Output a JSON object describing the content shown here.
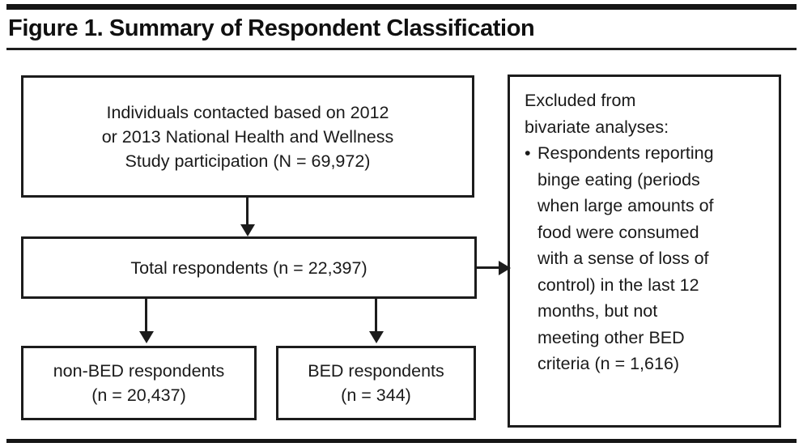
{
  "figure": {
    "title": "Figure 1. Summary of Respondent Classification"
  },
  "boxes": {
    "contacted": {
      "text": "Individuals contacted based on 2012\nor 2013 National Health and Wellness\nStudy participation (N = 69,972)",
      "n_label": "N = 69,972",
      "n_value": 69972
    },
    "total": {
      "text": "Total respondents (n = 22,397)",
      "n_label": "n = 22,397",
      "n_value": 22397
    },
    "non_bed": {
      "text": "non-BED respondents\n(n = 20,437)",
      "n_label": "n = 20,437",
      "n_value": 20437
    },
    "bed": {
      "text": "BED respondents\n(n = 344)",
      "n_label": "n = 344",
      "n_value": 344
    },
    "excluded": {
      "heading": "Excluded from\nbivariate analyses:",
      "bullet_marker": "•",
      "bullet_text": "Respondents reporting\nbinge eating (periods\nwhen large amounts of\nfood were consumed\nwith a sense of loss of\ncontrol) in the last 12\nmonths, but not\nmeeting other BED\ncriteria (n = 1,616)",
      "n_label": "n = 1,616",
      "n_value": 1616
    }
  },
  "connectors": {
    "contacted_to_total": "arrow-down",
    "total_to_excluded": "arrow-right",
    "total_to_non_bed": "arrow-down",
    "total_to_bed": "arrow-down"
  },
  "colors": {
    "ink": "#1a1a1a",
    "rule": "#161616",
    "border": "#1c1c1c",
    "background": "#ffffff"
  }
}
